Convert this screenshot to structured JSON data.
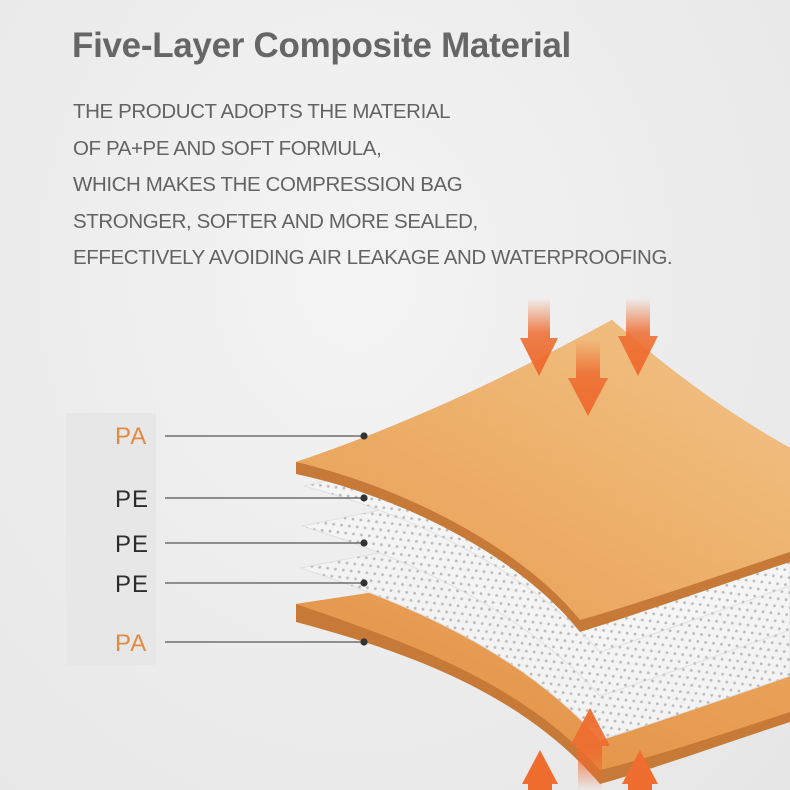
{
  "header": {
    "title": "Five-Layer Composite Material"
  },
  "description": [
    "THE PRODUCT ADOPTS THE MATERIAL",
    "OF PA+PE AND SOFT FORMULA,",
    "WHICH MAKES THE COMPRESSION BAG",
    "STRONGER, SOFTER AND MORE SEALED,",
    "EFFECTIVELY AVOIDING AIR LEAKAGE AND WATERPROOFING."
  ],
  "layers": [
    {
      "label": "PA",
      "material": "pa"
    },
    {
      "label": "PE",
      "material": "pe"
    },
    {
      "label": "PE",
      "material": "pe"
    },
    {
      "label": "PE",
      "material": "pe"
    },
    {
      "label": "PA",
      "material": "pa"
    }
  ],
  "colors": {
    "pa_layer": "#e9a55c",
    "pa_edge": "#c77a37",
    "pa_label": "#e3893f",
    "pe_layer": "#f3f3f3",
    "pe_dots": "#b9b9b9",
    "arrow": "#ee6a2e",
    "leader": "#555555"
  },
  "icons": {
    "pressure_arrows_down": "down-arrow-icon",
    "pressure_arrows_up": "up-arrow-icon"
  }
}
